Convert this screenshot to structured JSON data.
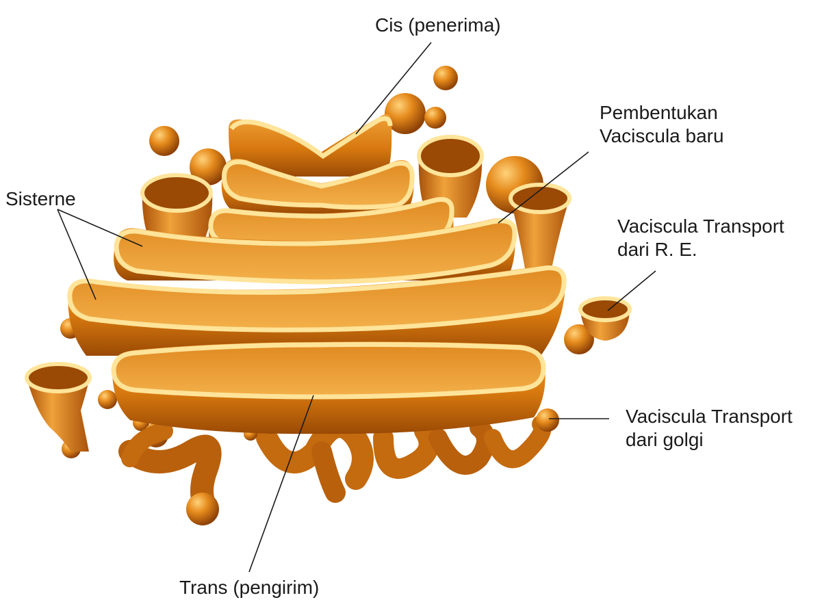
{
  "labels": {
    "cis": "Cis (penerima)",
    "pembentukan": [
      "Pembentukan",
      "Vaciscula baru"
    ],
    "sisterne": "Sisterne",
    "transport_re": [
      "Vaciscula Transport",
      "dari R. E."
    ],
    "transport_golgi": [
      "Vaciscula Transport",
      "dari golgi"
    ],
    "trans": "Trans (pengirim)"
  },
  "colors": {
    "body_light": "#F2A43A",
    "body_mid": "#D97A12",
    "body_dark": "#9A4A05",
    "rim": "#FFE49A",
    "leader": "#1a1a1a"
  }
}
